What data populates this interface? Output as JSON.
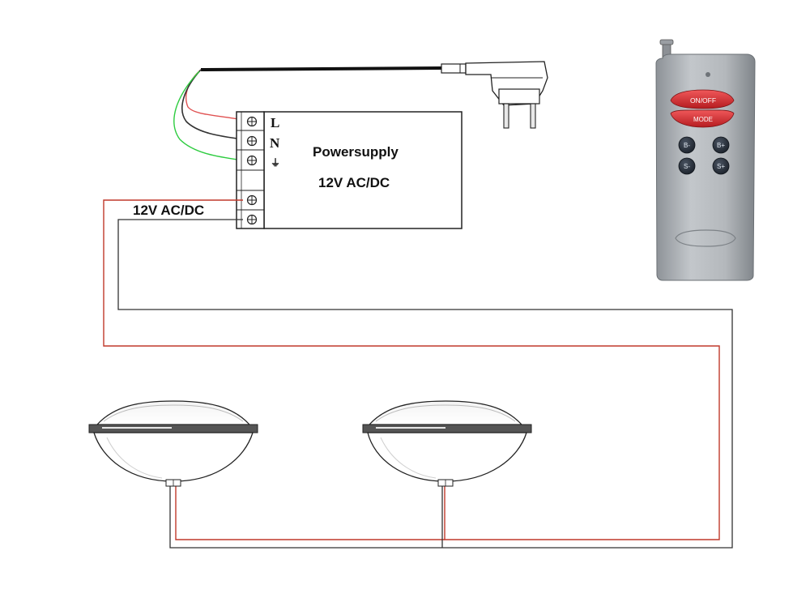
{
  "power_supply": {
    "title": "Powersupply",
    "voltage": "12V AC/DC",
    "input_terminals": [
      "L",
      "N",
      "⏚"
    ]
  },
  "output_label": "12V AC/DC",
  "remote": {
    "on_off_label": "ON/OFF",
    "mode_label": "MODE",
    "keys": [
      "B-",
      "B+",
      "S-",
      "S+"
    ]
  },
  "lamps": {
    "count": 2
  },
  "colors": {
    "wire_red": "#c0392b",
    "wire_black": "#333333",
    "wire_green": "#2ecc40",
    "remote_body": "#a9adb2",
    "remote_red": "#d8262b",
    "remote_key": "#2c3440"
  }
}
